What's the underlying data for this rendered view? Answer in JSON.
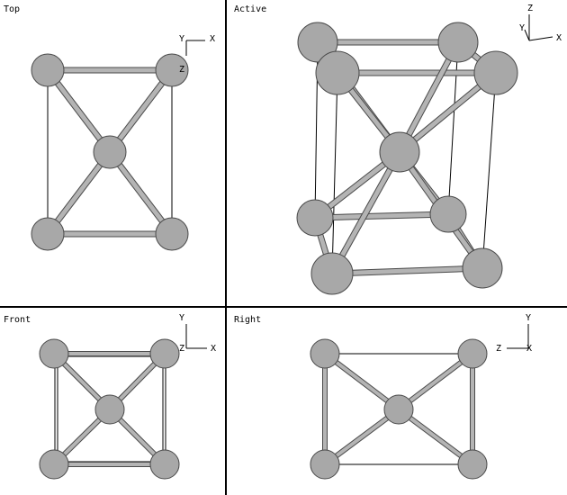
{
  "viewports": {
    "top": {
      "label": "Top",
      "axes": [
        "Y",
        "X",
        "Z"
      ]
    },
    "active": {
      "label": "Active",
      "axes": [
        "Z",
        "Y",
        "X"
      ]
    },
    "front": {
      "label": "Front",
      "axes": [
        "Y",
        "Z",
        "X"
      ]
    },
    "right": {
      "label": "Right",
      "axes": [
        "Y",
        "Z",
        "X"
      ]
    }
  },
  "colors": {
    "background": "#ffffff",
    "atom_fill": "#a8a8a8",
    "atom_stroke": "#4a4a4a",
    "bond_fill": "#b4b4b4",
    "line": "#000000"
  }
}
